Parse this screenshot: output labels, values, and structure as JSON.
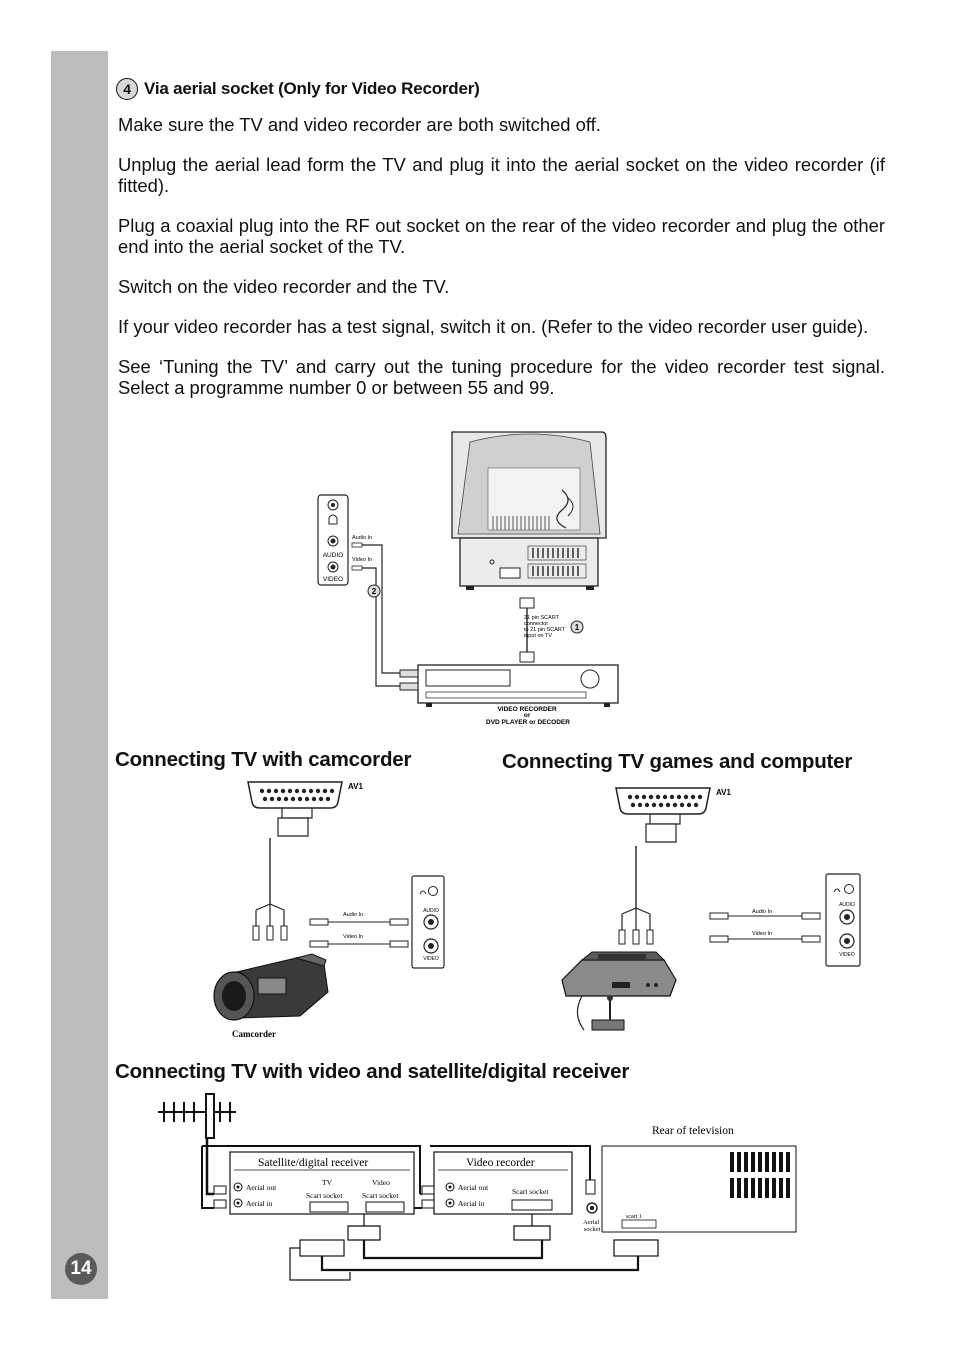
{
  "page_number": "14",
  "section": {
    "step": "4",
    "title": "Via aerial socket (Only for Video Recorder)"
  },
  "paragraphs": [
    "Make sure the TV and video recorder are both switched off.",
    "Unplug the aerial lead form the TV and plug it into the aerial socket on the video recorder (if fitted).",
    "Plug a coaxial plug into the RF out socket on the rear of the video recorder and plug the other end into the aerial socket of the TV.",
    "Switch on the video recorder and the TV.",
    "If your video recorder has a test signal, switch it on. (Refer to the video recorder user guide).",
    "See ‘Tuning the TV’ and carry out the tuning procedure for the video recorder test signal. Select a programme number 0 or between 55 and 99."
  ],
  "diagram1": {
    "audio": "AUDIO",
    "video": "VIDEO",
    "audio_in": "Audio In",
    "video_in": "Video In",
    "step2": "2",
    "step1": "1",
    "scart_line1": "21 pin SCART",
    "scart_line2": "connector",
    "scart_line3": "to 21 pin SCART",
    "scart_line4": "input on TV",
    "vr_line1": "VIDEO RECORDER",
    "vr_line2": "or",
    "vr_line3": "DVD PLAYER or  DECODER"
  },
  "headings": {
    "camcorder": "Connecting TV with camcorder",
    "games": "Connecting TV games and computer",
    "satellite": "Connecting TV with video and satellite/digital receiver"
  },
  "camcorder_diagram": {
    "av1": "AV1",
    "audio_in": "Audio In",
    "video_in": "Video In",
    "audio": "AUDIO",
    "video": "VIDEO",
    "device": "Camcorder"
  },
  "games_diagram": {
    "av1": "AV1",
    "audio_in": "Audio In",
    "video_in": "Video In",
    "audio": "AUDIO",
    "video": "VIDEO"
  },
  "satellite_diagram": {
    "rear_tv": "Rear of television",
    "sat_title": "Satellite/digital receiver",
    "sat_aerial_out": "Aerial out",
    "sat_aerial_in": "Aerial in",
    "sat_tv": "TV",
    "sat_video": "Video",
    "scart_socket": "Scart socket",
    "vr_title": "Video recorder",
    "vr_aerial_out": "Aerial out",
    "vr_aerial_in": "Aerial in",
    "vr_scart": "Scart socket",
    "aerial": "Aerial",
    "socket": "socket",
    "scart1": "scart 1"
  }
}
